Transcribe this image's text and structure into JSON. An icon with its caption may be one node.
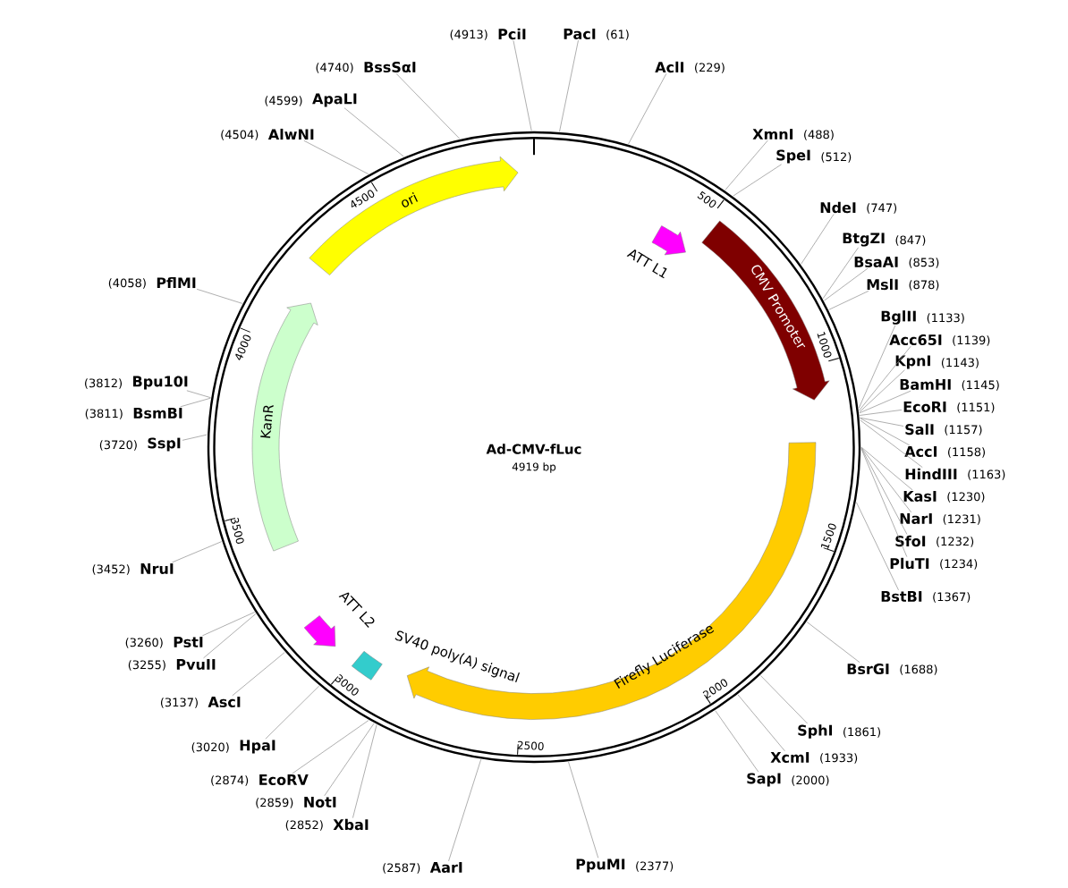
{
  "diagram": {
    "title": "Ad-CMV-fLuc",
    "nodes": [
      {
        "text": [
          "ori"
        ]
      },
      {
        "text": [
          "KanR"
        ]
      },
      {
        "text": [
          "CMV Promoter"
        ]
      },
      {
        "text": [
          "Firefly Luciferase"
        ]
      },
      {
        "text": [
          "ATT L1"
        ]
      },
      {
        "text": [
          "ATT L2"
        ]
      },
      {
        "text": [
          "SV40 poly(A) signal"
        ]
      },
      {
        "text": [
          "PacI"
        ],
        "beside": [
          "(61)"
        ]
      },
      {
        "text": [
          "AclI"
        ],
        "beside": [
          "(229)"
        ]
      },
      {
        "text": [
          "XmnI"
        ],
        "beside": [
          "(488)"
        ]
      },
      {
        "text": [
          "SpeI"
        ],
        "beside": [
          "(512)"
        ]
      },
      {
        "text": [
          "NdeI"
        ],
        "beside": [
          "(747)"
        ]
      },
      {
        "text": [
          "BtgZI"
        ],
        "beside": [
          "(847)"
        ]
      },
      {
        "text": [
          "BsaAI"
        ],
        "beside": [
          "(853)"
        ]
      },
      {
        "text": [
          "MslI"
        ],
        "beside": [
          "(878)"
        ]
      },
      {
        "text": [
          "BglII"
        ],
        "beside": [
          "(1133)"
        ]
      },
      {
        "text": [
          "Acc65I"
        ],
        "beside": [
          "(1139)"
        ]
      },
      {
        "text": [
          "KpnI"
        ],
        "beside": [
          "(1143)"
        ]
      },
      {
        "text": [
          "BamHI"
        ],
        "beside": [
          "(1145)"
        ]
      },
      {
        "text": [
          "EcoRI"
        ],
        "beside": [
          "(1151)"
        ]
      },
      {
        "text": [
          "SalI"
        ],
        "beside": [
          "(1157)"
        ]
      },
      {
        "text": [
          "AccI"
        ],
        "beside": [
          "(1158)"
        ]
      },
      {
        "text": [
          "HindIII"
        ],
        "beside": [
          "(1163)"
        ]
      },
      {
        "text": [
          "KasI"
        ],
        "beside": [
          "(1230)"
        ]
      },
      {
        "text": [
          "NarI"
        ],
        "beside": [
          "(1231)"
        ]
      },
      {
        "text": [
          "SfoI"
        ],
        "beside": [
          "(1232)"
        ]
      },
      {
        "text": [
          "PluTI"
        ],
        "beside": [
          "(1234)"
        ]
      },
      {
        "text": [
          "BstBI"
        ],
        "beside": [
          "(1367)"
        ]
      },
      {
        "text": [
          "BsrGI"
        ],
        "beside": [
          "(1688)"
        ]
      },
      {
        "text": [
          "SphI"
        ],
        "beside": [
          "(1861)"
        ]
      },
      {
        "text": [
          "XcmI"
        ],
        "beside": [
          "(1933)"
        ]
      },
      {
        "text": [
          "SapI"
        ],
        "beside": [
          "(2000)"
        ]
      },
      {
        "text": [
          "PpuMI"
        ],
        "beside": [
          "(2377)"
        ]
      },
      {
        "text": [
          "AarI"
        ],
        "beside": [
          "(2587)"
        ]
      },
      {
        "text": [
          "XbaI"
        ],
        "beside": [
          "(2852)"
        ]
      },
      {
        "text": [
          "NotI"
        ],
        "beside": [
          "(2859)"
        ]
      },
      {
        "text": [
          "EcoRV"
        ],
        "beside": [
          "(2874)"
        ]
      },
      {
        "text": [
          "HpaI"
        ],
        "beside": [
          "(3020)"
        ]
      },
      {
        "text": [
          "AscI"
        ],
        "beside": [
          "(3137)"
        ]
      },
      {
        "text": [
          "PvuII"
        ],
        "beside": [
          "(3255)"
        ]
      },
      {
        "text": [
          "PstI"
        ],
        "beside": [
          "(3260)"
        ]
      },
      {
        "text": [
          "NruI"
        ],
        "beside": [
          "(3452)"
        ]
      },
      {
        "text": [
          "SspI"
        ],
        "beside": [
          "(3720)"
        ]
      },
      {
        "text": [
          "BsmBI"
        ],
        "beside": [
          "(3811)"
        ]
      },
      {
        "text": [
          "Bpu10I"
        ],
        "beside": [
          "(3812)"
        ]
      },
      {
        "text": [
          "PflMI"
        ],
        "beside": [
          "(4058)"
        ]
      },
      {
        "text": [
          "AlwNI"
        ],
        "beside": [
          "(4504)"
        ]
      },
      {
        "text": [
          "ApaLI"
        ],
        "beside": [
          "(4599)"
        ]
      },
      {
        "text": [
          "BssSαI"
        ],
        "beside": [
          "(4740)"
        ]
      },
      {
        "text": [
          "PciI"
        ],
        "beside": [
          "(4913)"
        ]
      }
    ],
    "edges": [
      {
        "from": 7,
        "to": null,
        "arrow": "none"
      },
      {
        "from": 8,
        "to": null,
        "arrow": "none"
      },
      {
        "from": 9,
        "to": null,
        "arrow": "none"
      },
      {
        "from": 10,
        "to": null,
        "arrow": "none"
      },
      {
        "from": 11,
        "to": null,
        "arrow": "none"
      },
      {
        "from": 12,
        "to": null,
        "arrow": "none"
      },
      {
        "from": 13,
        "to": null,
        "arrow": "none"
      },
      {
        "from": 14,
        "to": null,
        "arrow": "none"
      },
      {
        "from": 15,
        "to": null,
        "arrow": "none"
      },
      {
        "from": 16,
        "to": null,
        "arrow": "none"
      },
      {
        "from": 17,
        "to": null,
        "arrow": "none"
      },
      {
        "from": 18,
        "to": null,
        "arrow": "none"
      },
      {
        "from": 19,
        "to": null,
        "arrow": "none"
      },
      {
        "from": 20,
        "to": null,
        "arrow": "none"
      },
      {
        "from": 21,
        "to": null,
        "arrow": "none"
      },
      {
        "from": 22,
        "to": null,
        "arrow": "none"
      },
      {
        "from": 23,
        "to": null,
        "arrow": "none"
      },
      {
        "from": 24,
        "to": null,
        "arrow": "none"
      },
      {
        "from": 25,
        "to": null,
        "arrow": "none"
      },
      {
        "from": 26,
        "to": null,
        "arrow": "none"
      },
      {
        "from": 27,
        "to": null,
        "arrow": "none"
      },
      {
        "from": 28,
        "to": null,
        "arrow": "none"
      },
      {
        "from": 29,
        "to": null,
        "arrow": "none"
      },
      {
        "from": 30,
        "to": null,
        "arrow": "none"
      },
      {
        "from": 31,
        "to": null,
        "arrow": "none"
      },
      {
        "from": 32,
        "to": null,
        "arrow": "none"
      },
      {
        "from": 33,
        "to": null,
        "arrow": "none"
      },
      {
        "from": 34,
        "to": null,
        "arrow": "none"
      },
      {
        "from": 35,
        "to": null,
        "arrow": "none"
      },
      {
        "from": 36,
        "to": null,
        "arrow": "none"
      },
      {
        "from": 37,
        "to": null,
        "arrow": "none"
      },
      {
        "from": 38,
        "to": null,
        "arrow": "none"
      },
      {
        "from": 39,
        "to": null,
        "arrow": "none"
      },
      {
        "from": 40,
        "to": null,
        "arrow": "none"
      },
      {
        "from": 41,
        "to": null,
        "arrow": "none"
      },
      {
        "from": 42,
        "to": null,
        "arrow": "none"
      },
      {
        "from": 43,
        "to": null,
        "arrow": "none"
      },
      {
        "from": 44,
        "to": null,
        "arrow": "none"
      },
      {
        "from": 45,
        "to": null,
        "arrow": "none"
      },
      {
        "from": 46,
        "to": null,
        "arrow": "none"
      },
      {
        "from": 47,
        "to": null,
        "arrow": "none"
      },
      {
        "from": 48,
        "to": null,
        "arrow": "none"
      },
      {
        "from": 49,
        "to": null,
        "arrow": "none"
      }
    ],
    "labels": [
      "4919 bp",
      "500",
      "1000",
      "1500",
      "2000",
      "2500",
      "3000",
      "3500",
      "4000",
      "4500"
    ]
  }
}
